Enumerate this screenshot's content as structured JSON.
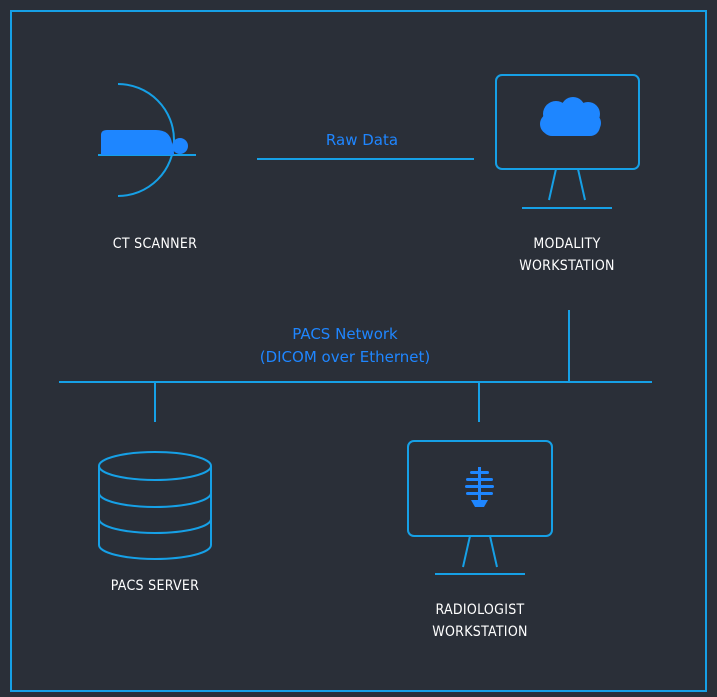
{
  "colors": {
    "background": "#2a2f38",
    "accent": "#16a0e6",
    "fill_blue": "#1e86ff",
    "label_blue": "#1f86ff",
    "label_white": "#ffffff"
  },
  "nodes": {
    "ct_scanner": {
      "label": "CT SCANNER"
    },
    "modality_workstation": {
      "label_line1": "MODALITY",
      "label_line2": "WORKSTATION"
    },
    "pacs_server": {
      "label": "PACS SERVER"
    },
    "radiologist_workstation": {
      "label_line1": "RADIOLOGIST",
      "label_line2": "WORKSTATION"
    }
  },
  "links": {
    "raw_data": {
      "label": "Raw Data"
    },
    "pacs_network": {
      "label_line1": "PACS Network",
      "label_line2": "(DICOM over Ethernet)"
    }
  }
}
